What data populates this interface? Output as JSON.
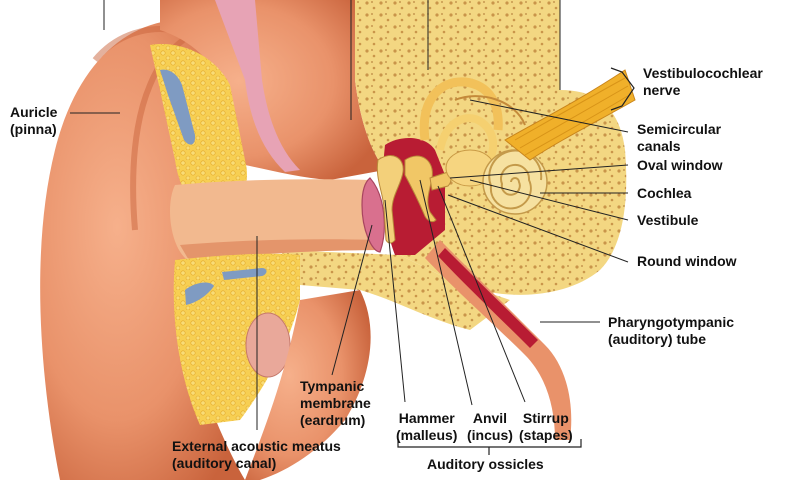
{
  "labels": {
    "auricle": [
      "Auricle",
      "(pinna)"
    ],
    "external_meatus": [
      "External acoustic meatus",
      "(auditory canal)"
    ],
    "tympanic": [
      "Tympanic",
      "membrane",
      "(eardrum)"
    ],
    "hammer": [
      "Hammer",
      "(malleus)"
    ],
    "anvil": [
      "Anvil",
      "(incus)"
    ],
    "stirrup": [
      "Stirrup",
      "(stapes)"
    ],
    "ossicles": "Auditory ossicles",
    "vestibulocochlear": [
      "Vestibulocochlear",
      "nerve"
    ],
    "semicircular": [
      "Semicircular",
      "canals"
    ],
    "oval_window": "Oval window",
    "cochlea": "Cochlea",
    "vestibule": "Vestibule",
    "round_window": "Round window",
    "pharyngotympanic": [
      "Pharyngotympanic",
      "(auditory) tube"
    ]
  },
  "colors": {
    "skin": "#e9926a",
    "skin_dark": "#c9633c",
    "bone": "#f4dc8a",
    "fat": "#f6c94a",
    "canal": "#f2b98f",
    "middle_ear": "#b81c33",
    "nerve": "#f0b02a",
    "cartilage_blue": "#7f9bc2",
    "eardrum": "#d9708e"
  }
}
